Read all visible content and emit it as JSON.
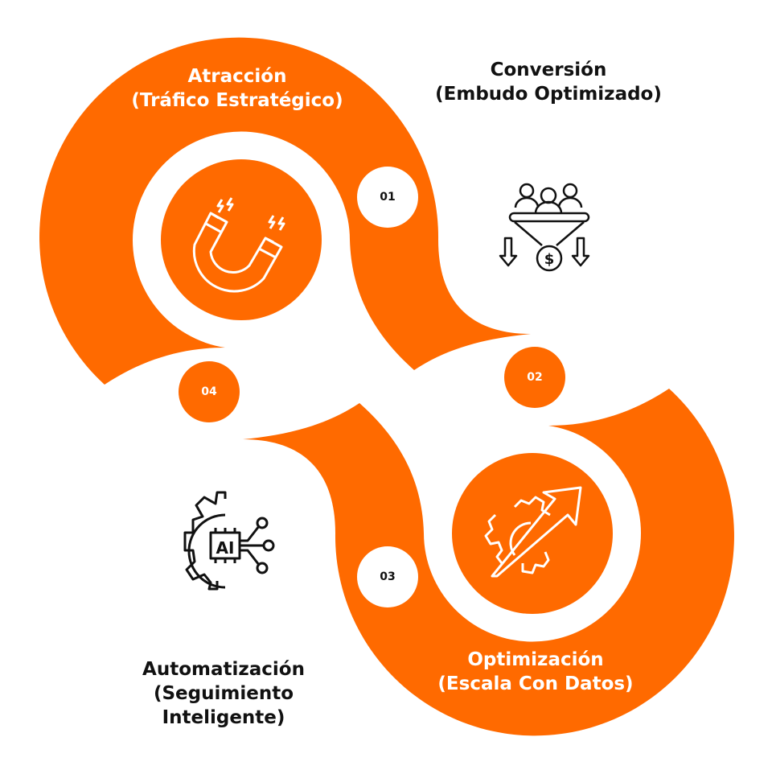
{
  "colors": {
    "accent": "#ff6a00",
    "text_dark": "#111111",
    "background": "#ffffff"
  },
  "steps": [
    {
      "number": "01",
      "title": "Atracción",
      "subtitle": "(Tráfico Estratégico)",
      "icon": "magnet-icon"
    },
    {
      "number": "02",
      "title": "Conversión",
      "subtitle": "(Embudo Optimizado)",
      "icon": "sales-funnel-icon"
    },
    {
      "number": "03",
      "title": "Optimización",
      "subtitle": "(Escala Con Datos)",
      "icon": "growth-arrow-gear-icon"
    },
    {
      "number": "04",
      "title": "Automatización",
      "subtitle_line1": "(Seguimiento",
      "subtitle_line2": "Inteligente)",
      "icon": "ai-gear-icon"
    }
  ]
}
